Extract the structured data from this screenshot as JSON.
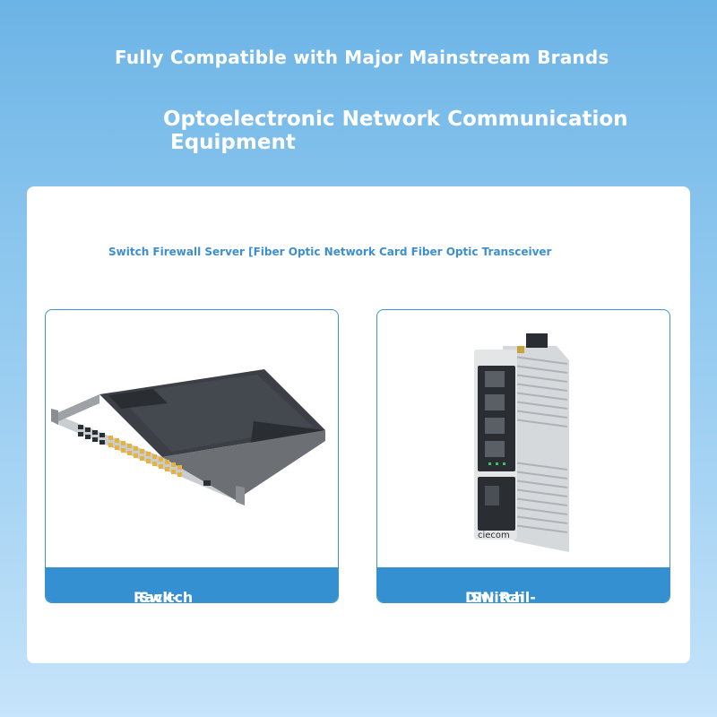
{
  "header": {
    "headline": "Fully Compatible with Major Mainstream Brands",
    "subhead_line1": "Optoelectronic Network Communication",
    "subhead_line2": "Equipment"
  },
  "panel": {
    "categories": "Switch Firewall Server [Fiber Optic Network Card Fiber Optic Transceiver"
  },
  "products": [
    {
      "label_line1": "Rack-mounted",
      "label_line2": "Switch",
      "image_icon": "rack-switch-icon"
    },
    {
      "label_line1": "DIN Rail-mounted",
      "label_line2": "Switch",
      "image_icon": "din-rail-switch-icon",
      "brand": "ciecom"
    }
  ],
  "colors": {
    "accent": "#3490d0",
    "text_blue": "#3d8fd0",
    "port_yellow": "#e8b33a"
  }
}
